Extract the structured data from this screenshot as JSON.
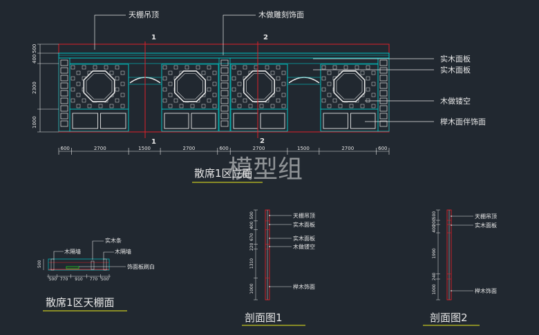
{
  "elevation": {
    "labels": {
      "ceiling": "天棚吊顶",
      "wood_carving": "木做雕刻饰面",
      "solid_panel_1": "实木面板",
      "solid_panel_2": "实木面板",
      "lattice": "木做镂空",
      "beech_panel": "榉木面伴饰面"
    },
    "section_marks": [
      "1",
      "2"
    ],
    "vertical_dims": [
      "500",
      "400",
      "2300",
      "1000"
    ],
    "horizontal_dims": [
      "600",
      "2700",
      "1500",
      "2700",
      "600",
      "2700",
      "1500",
      "2700",
      "600"
    ],
    "title": "散席1区立面"
  },
  "watermark": "模型组",
  "ceiling_plan": {
    "labels": {
      "solid_strip": "实木条",
      "partition_left": "木隔墙",
      "partition_right": "木隔墙",
      "finish": "饰面板刷白"
    },
    "dims": [
      "500",
      "770",
      "910",
      "770",
      "500"
    ],
    "height_dim": "500",
    "title": "散席1区天棚面"
  },
  "section1": {
    "labels": [
      "天棚吊顶",
      "实木面板",
      "实木面板",
      "木做镂空",
      "榉木饰面"
    ],
    "dims": [
      "500",
      "400",
      "670",
      "220",
      "1310",
      "1000"
    ],
    "title": "剖面图1"
  },
  "section2": {
    "labels": [
      "天棚吊顶",
      "实木面板",
      "榉木饰面"
    ],
    "dims": [
      "500",
      "200",
      "400",
      "1990",
      "240",
      "1000"
    ],
    "title": "剖面图2"
  },
  "colors": {
    "background": "#212830",
    "cyan": "#00c8c8",
    "red": "#e0202a",
    "white": "#e8e8e8",
    "yellow": "#c8c820"
  }
}
